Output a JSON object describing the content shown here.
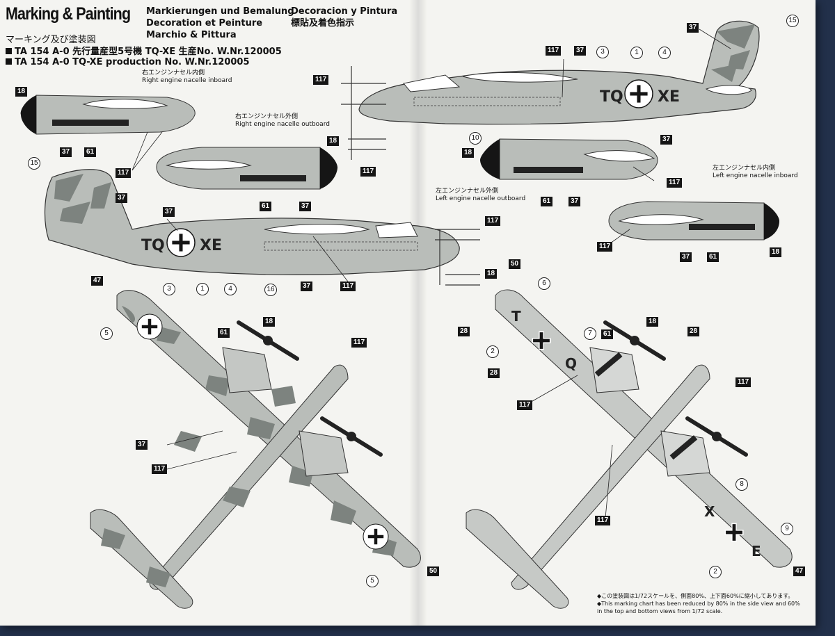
{
  "header": {
    "title": "Marking & Painting",
    "title_jp": "マーキング及び塗装図",
    "lang_de": "Markierungen und Bemalung",
    "lang_fr": "Decoration et Peinture",
    "lang_it": "Marchio & Pittura",
    "lang_es": "Decoracion y Pintura",
    "lang_jp": "標貼及着色指示"
  },
  "production": {
    "line_jp": "TA 154 A-0 先行量産型5号機 TQ-XE 生産No. W.Nr.120005",
    "line_en": "TA 154 A-0 TQ-XE production No. W.Nr.120005"
  },
  "captions": {
    "rni_jp": "右エンジンナセル内側",
    "rni_en": "Right engine nacelle inboard",
    "rno_jp": "右エンジンナセル外側",
    "rno_en": "Right engine nacelle outboard",
    "lno_jp": "左エンジンナセル外側",
    "lno_en": "Left engine nacelle outboard",
    "lni_jp": "左エンジンナセル内側",
    "lni_en": "Left engine nacelle inboard"
  },
  "aircraft": {
    "code_left": "TQ",
    "code_right": "XE",
    "under_a": "T",
    "under_b": "Q",
    "under_c": "X",
    "under_d": "E"
  },
  "paint_codes": {
    "c18": "18",
    "c37": "37",
    "c61": "61",
    "c117": "117",
    "c47": "47",
    "c50": "50",
    "c28": "28"
  },
  "decal_numbers": {
    "d1": "1",
    "d2": "2",
    "d3": "3",
    "d4": "4",
    "d5": "5",
    "d6": "6",
    "d7": "7",
    "d8": "8",
    "d9": "9",
    "d10": "10",
    "d15": "15",
    "d16": "16"
  },
  "note": {
    "jp": "◆この塗装図は1/72スケールを、側面80%、上下面60%に縮小してあります。",
    "en1": "◆This marking chart has been reduced by 80% in the side view and 60%",
    "en2": "in the top and bottom views from 1/72 scale."
  },
  "colors": {
    "paint_light": "#b9bdb9",
    "paint_dark": "#7d837f",
    "ink": "#151515",
    "sheet": "#f4f4f1",
    "background": "#22304a"
  }
}
